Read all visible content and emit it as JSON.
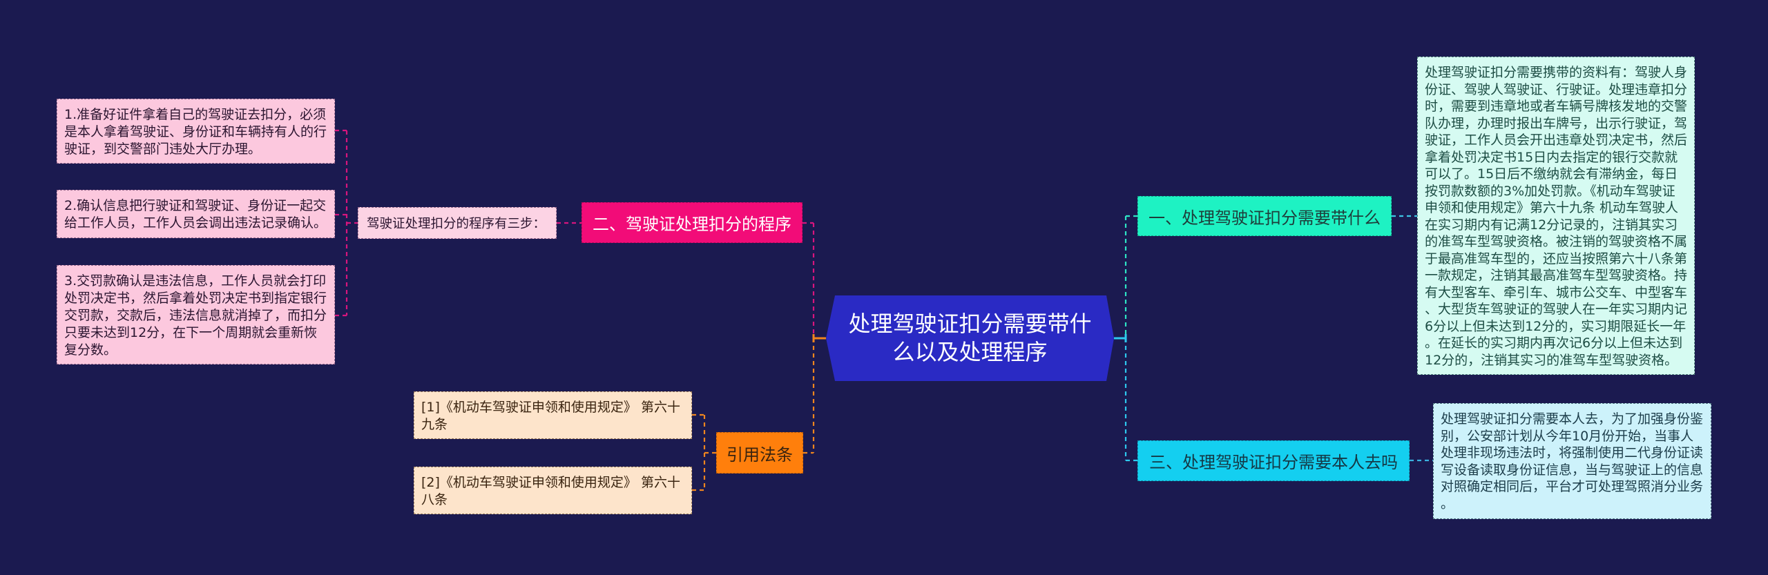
{
  "colors": {
    "bg": "#1b1a50",
    "center": "#2a2ac4",
    "pink-node": "#f20c78",
    "orange-node": "#ff7f0c",
    "teal-node": "#1ef2c3",
    "cyan-node": "#14cff0",
    "pink-box": "#fcc8de",
    "label-box": "#fcd3e4",
    "peach-box": "#fde4cb",
    "mint-box": "#d6fbf2",
    "ice-box": "#cdf2fb",
    "line-pink": "#d8157e",
    "line-orange": "#f0861e",
    "line-teal": "#2ee6c6",
    "line-cyan": "#2ec9ef"
  },
  "center": {
    "title_lines": [
      "处理驾驶证扣分需要带什",
      "么以及处理程序"
    ]
  },
  "procedure_branch": {
    "node": "二、驾驶证处理扣分的程序",
    "label": "驾驶证处理扣分的程序有三步：",
    "steps": [
      {
        "lines": [
          "1.准备好证件拿着自己的驾驶证去扣分，必须",
          "是本人拿着驾驶证、身份证和车辆持有人的行",
          "驶证，到交警部门违处大厅办理。"
        ]
      },
      {
        "lines": [
          "2.确认信息把行驶证和驾驶证、身份证一起交",
          "给工作人员，工作人员会调出违法记录确认。"
        ]
      },
      {
        "lines": [
          "3.交罚款确认是违法信息，工作人员就会打印",
          "处罚决定书，然后拿着处罚决定书到指定银行",
          "交罚款，交款后，违法信息就消掉了，而扣分",
          "只要未达到12分，在下一个周期就会重新恢",
          "复分数。"
        ]
      }
    ]
  },
  "references_branch": {
    "node": "引用法条",
    "items": [
      {
        "lines": [
          "[1]《机动车驾驶证申领和使用规定》 第六十",
          "九条"
        ]
      },
      {
        "lines": [
          "[2]《机动车驾驶证申领和使用规定》 第六十",
          "八条"
        ]
      }
    ]
  },
  "bring_branch": {
    "node": "一、处理驾驶证扣分需要带什么",
    "detail_lines": [
      "处理驾驶证扣分需要携带的资料有：驾驶人身",
      "份证、驾驶人驾驶证、行驶证。处理违章扣分",
      "时，需要到违章地或者车辆号牌核发地的交警",
      "队办理，办理时报出车牌号，出示行驶证，驾",
      "驶证，工作人员会开出违章处罚决定书，然后",
      "拿着处罚决定书15日内去指定的银行交款就",
      "可以了。15日后不缴纳就会有滞纳金，每日",
      "按罚款数额的3%加处罚款。《机动车驾驶证",
      "申领和使用规定》第六十九条 机动车驾驶人",
      "在实习期内有记满12分记录的，注销其实习",
      "的准驾车型驾驶资格。被注销的驾驶资格不属",
      "于最高准驾车型的，还应当按照第六十八条第",
      "一款规定，注销其最高准驾车型驾驶资格。持",
      "有大型客车、牵引车、城市公交车、中型客车",
      "、大型货车驾驶证的驾驶人在一年实习期内记",
      "6分以上但未达到12分的，实习期限延长一年",
      "。在延长的实习期内再次记6分以上但未达到",
      "12分的，注销其实习的准驾车型驾驶资格。"
    ]
  },
  "inperson_branch": {
    "node": "三、处理驾驶证扣分需要本人去吗",
    "detail_lines": [
      "处理驾驶证扣分需要本人去，为了加强身份鉴",
      "别，公安部计划从今年10月份开始，当事人",
      "处理非现场违法时，将强制使用二代身份证读",
      "写设备读取身份证信息，当与驾驶证上的信息",
      "对照确定相同后，平台才可处理驾照消分业务",
      "。"
    ]
  }
}
